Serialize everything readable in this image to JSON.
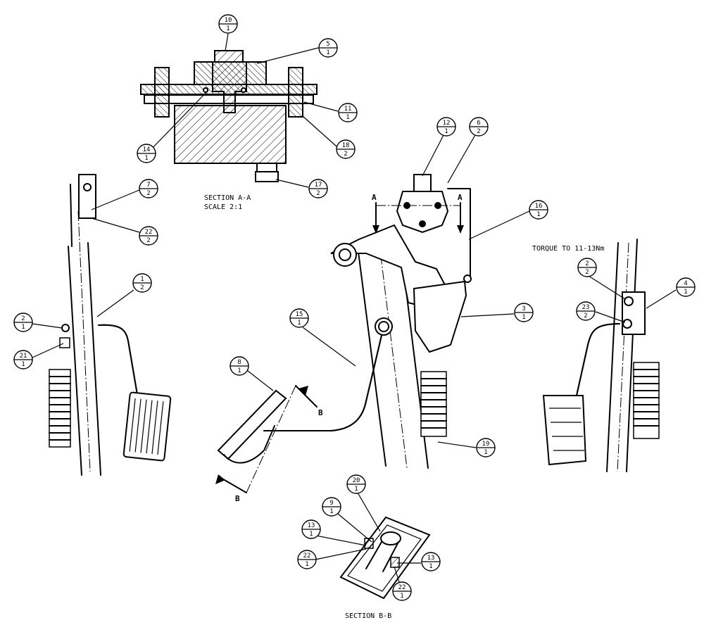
{
  "balloons": [
    {
      "id": "b-10-1",
      "item": "10",
      "qty": "1"
    },
    {
      "id": "b-5-1",
      "item": "5",
      "qty": "1"
    },
    {
      "id": "b-11-1",
      "item": "11",
      "qty": "1"
    },
    {
      "id": "b-18-2",
      "item": "18",
      "qty": "2"
    },
    {
      "id": "b-14-1",
      "item": "14",
      "qty": "1"
    },
    {
      "id": "b-17-2",
      "item": "17",
      "qty": "2"
    },
    {
      "id": "b-7-2",
      "item": "7",
      "qty": "2"
    },
    {
      "id": "b-22-2",
      "item": "22",
      "qty": "2"
    },
    {
      "id": "b-1-2",
      "item": "1",
      "qty": "2"
    },
    {
      "id": "b-2-1",
      "item": "2",
      "qty": "1"
    },
    {
      "id": "b-21-1",
      "item": "21",
      "qty": "1"
    },
    {
      "id": "b-12-1",
      "item": "12",
      "qty": "1"
    },
    {
      "id": "b-6-2",
      "item": "6",
      "qty": "2"
    },
    {
      "id": "b-16-1",
      "item": "16",
      "qty": "1"
    },
    {
      "id": "b-15-1",
      "item": "15",
      "qty": "1"
    },
    {
      "id": "b-3-1",
      "item": "3",
      "qty": "1"
    },
    {
      "id": "b-8-1",
      "item": "8",
      "qty": "1"
    },
    {
      "id": "b-19-1",
      "item": "19",
      "qty": "1"
    },
    {
      "id": "b-2-2",
      "item": "2",
      "qty": "2"
    },
    {
      "id": "b-23-2",
      "item": "23",
      "qty": "2"
    },
    {
      "id": "b-4-1",
      "item": "4",
      "qty": "1"
    },
    {
      "id": "b-20-1",
      "item": "20",
      "qty": "1"
    },
    {
      "id": "b-9-1",
      "item": "9",
      "qty": "1"
    },
    {
      "id": "b-13-1a",
      "item": "13",
      "qty": "1"
    },
    {
      "id": "b-22-1a",
      "item": "22",
      "qty": "1"
    },
    {
      "id": "b-13-1b",
      "item": "13",
      "qty": "1"
    },
    {
      "id": "b-22-1b",
      "item": "22",
      "qty": "1"
    }
  ],
  "notes": {
    "section_aa_title": "SECTION  A-A",
    "section_aa_scale": "SCALE  2:1",
    "torque": "TORQUE TO 11-13Nm",
    "section_bb_title": "SECTION  B-B"
  },
  "cut_labels": {
    "a_left": "A",
    "a_right": "A",
    "b_top": "B",
    "b_bottom": "B"
  }
}
